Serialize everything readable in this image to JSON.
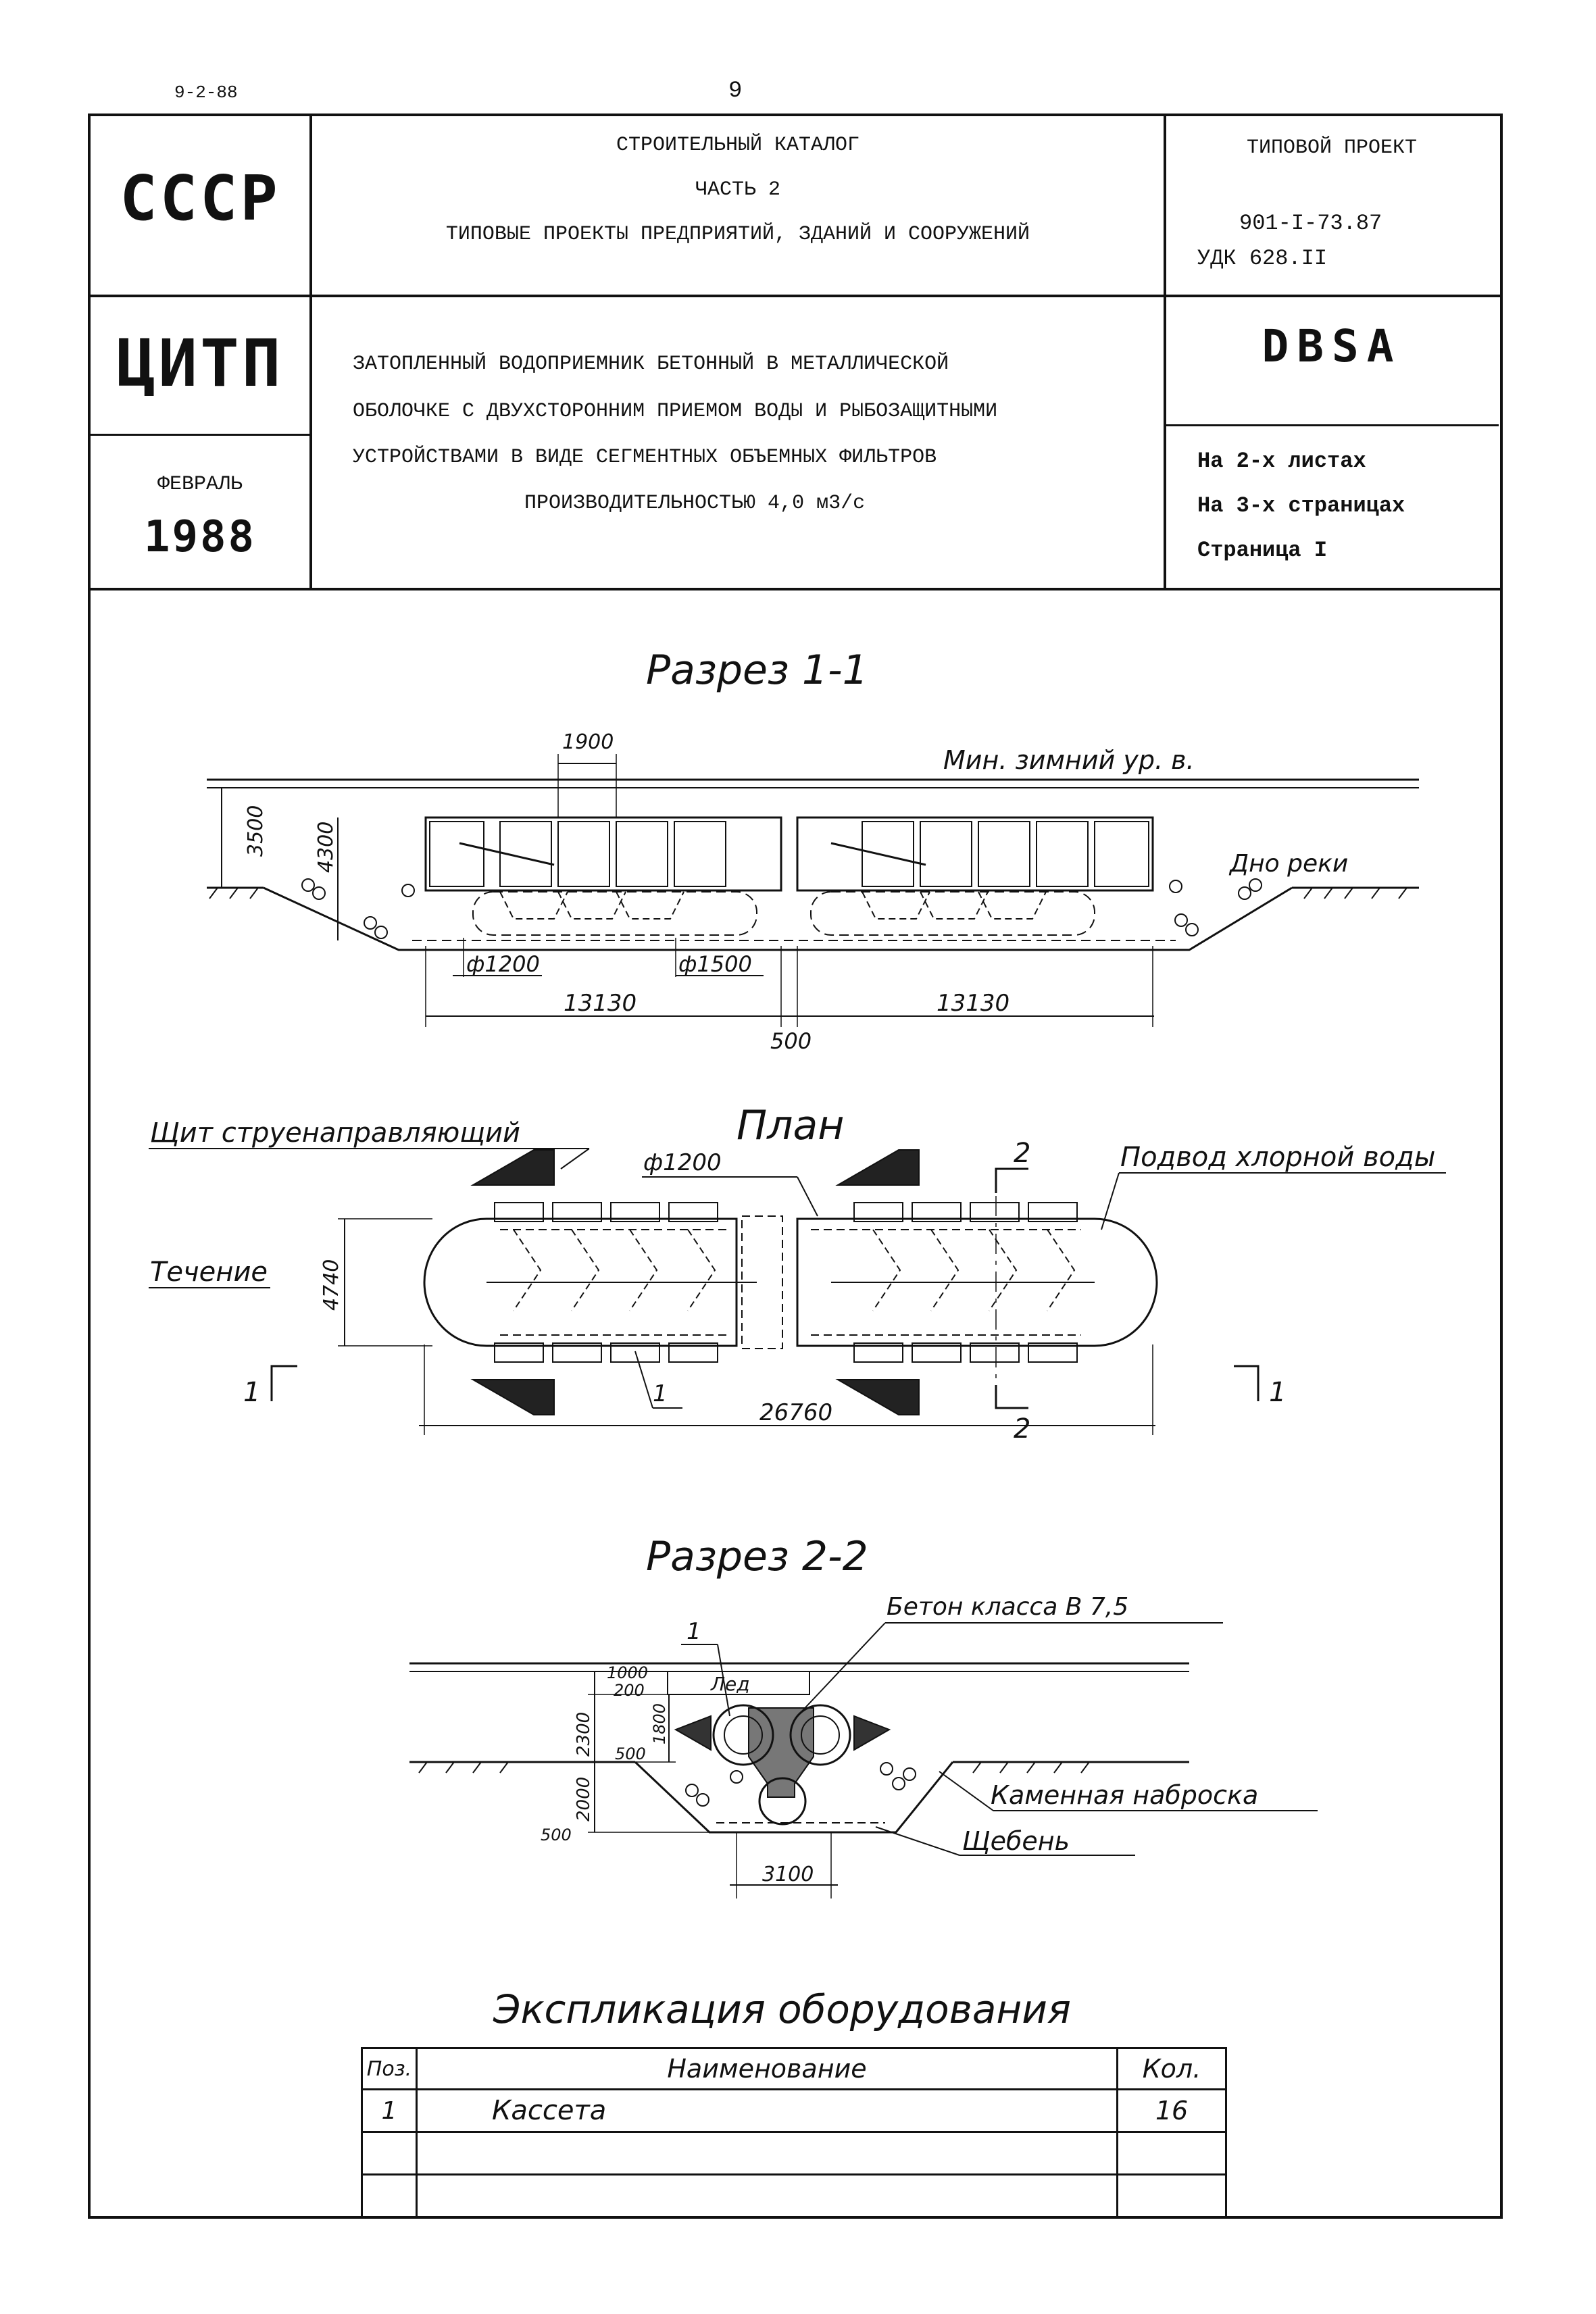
{
  "top": {
    "code": "9-2-88",
    "page_number": "9"
  },
  "header": {
    "country": "СССР",
    "org": "ЦИТП",
    "month": "ФЕВРАЛЬ",
    "year": "1988",
    "catalog_line1": "СТРОИТЕЛЬНЫЙ КАТАЛОГ",
    "catalog_line2": "ЧАСТЬ 2",
    "catalog_line3": "ТИПОВЫЕ ПРОЕКТЫ ПРЕДПРИЯТИЙ, ЗДАНИЙ И СООРУЖЕНИЙ",
    "type_label": "ТИПОВОЙ ПРОЕКТ",
    "project_number": "901-I-73.87",
    "udk": "УДК 628.II",
    "title_line1": "ЗАТОПЛЕННЫЙ ВОДОПРИЕМНИК БЕТОННЫЙ В МЕТАЛЛИЧЕСКОЙ",
    "title_line2": "ОБОЛОЧКЕ С ДВУХСТОРОННИМ ПРИЕМОМ ВОДЫ И РЫБОЗАЩИТНЫМИ",
    "title_line3": "УСТРОЙСТВАМИ В ВИДЕ СЕГМЕНТНЫХ ОБЪЕМНЫХ ФИЛЬТРОВ",
    "title_line4": "ПРОИЗВОДИТЕЛЬНОСТЬЮ 4,0 м3/с",
    "code": "DBSA",
    "sheets": "На 2-х листах",
    "pages": "На 3-х страницах",
    "page": "Страница I"
  },
  "section1": {
    "title": "Разрез 1-1",
    "dim_cell": "1900",
    "level_label": "Мин. зимний ур. в.",
    "bottom_label": "Дно реки",
    "dim_depth": "3500",
    "dim_height": "4300",
    "pipe_small": "ф1200",
    "pipe_large": "ф1500",
    "length_left": "13130",
    "length_right": "13130",
    "gap": "500"
  },
  "plan": {
    "title": "План",
    "shield_label": "Щит струенаправляющий",
    "chlorine_label": "Подвод хлорной воды",
    "pipe_label": "ф1200",
    "flow_label": "Течение",
    "width": "4740",
    "total_length": "26760",
    "section_1": "1",
    "section_2": "2",
    "item_ref": "1"
  },
  "section2": {
    "title": "Разрез 2-2",
    "concrete_label": "Бетон класса В 7,5",
    "ice_label": "Лед",
    "stone_label": "Каменная наброска",
    "gravel_label": "Щебень",
    "item_ref": "1",
    "d1000": "1000",
    "d200": "200",
    "d1800": "1800",
    "d2300": "2300",
    "d500a": "500",
    "d2000": "2000",
    "d500b": "500",
    "d3100": "3100"
  },
  "explication": {
    "title": "Экспликация оборудования",
    "headers": [
      "Поз.",
      "Наименование",
      "Кол."
    ],
    "rows": [
      [
        "1",
        "Кассета",
        "16"
      ],
      [
        "",
        "",
        ""
      ],
      [
        "",
        "",
        ""
      ]
    ]
  }
}
